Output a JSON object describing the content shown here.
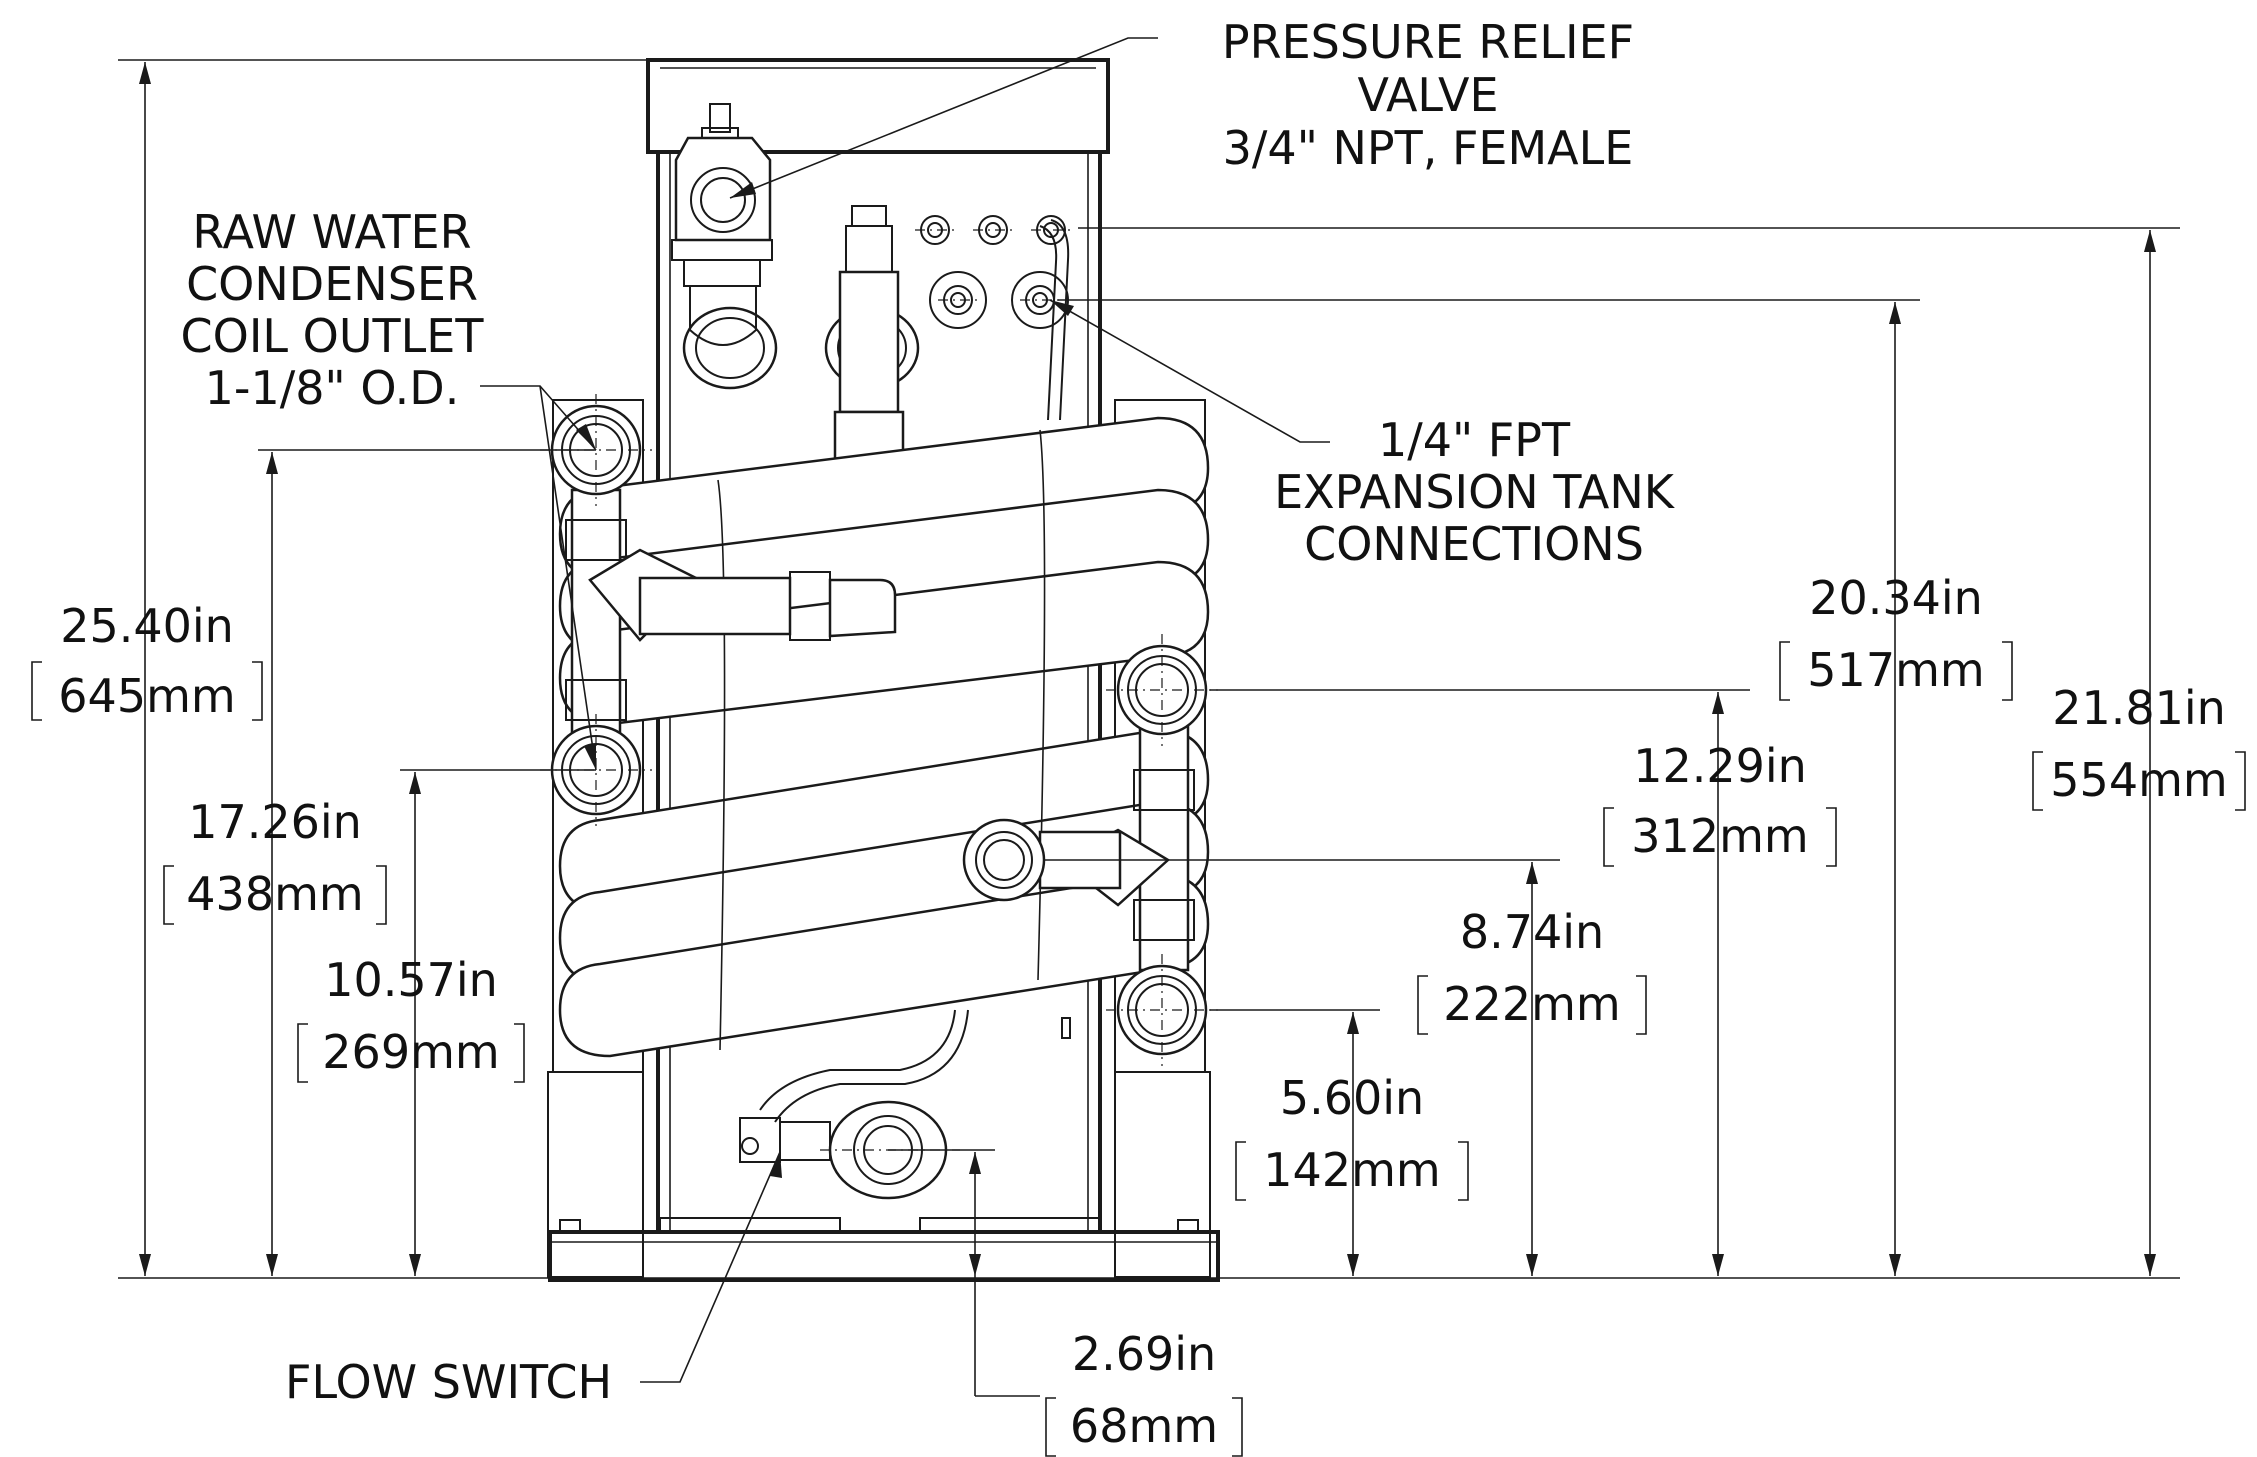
{
  "callouts": {
    "pressure_relief": [
      "PRESSURE RELIEF",
      "VALVE",
      "3/4\" NPT, FEMALE"
    ],
    "raw_water": [
      "RAW WATER",
      "CONDENSER",
      "COIL OUTLET",
      "1-1/8\" O.D."
    ],
    "expansion_tank": [
      "1/4\" FPT",
      "EXPANSION TANK",
      "CONNECTIONS"
    ],
    "flow_switch": "FLOW SWITCH"
  },
  "dimensions": [
    {
      "id": "overall-height",
      "in": "25.40in",
      "mm": "645mm"
    },
    {
      "id": "coil-outlet-height",
      "in": "17.26in",
      "mm": "438mm"
    },
    {
      "id": "left-lower-fitting",
      "in": "10.57in",
      "mm": "269mm"
    },
    {
      "id": "expansion-upper",
      "in": "20.34in",
      "mm": "517mm"
    },
    {
      "id": "relief-connection",
      "in": "21.81in",
      "mm": "554mm"
    },
    {
      "id": "right-upper-fitting",
      "in": "12.29in",
      "mm": "312mm"
    },
    {
      "id": "right-mid-fitting",
      "in": "8.74in",
      "mm": "222mm"
    },
    {
      "id": "right-lower-fitting",
      "in": "5.60in",
      "mm": "142mm"
    },
    {
      "id": "flow-switch-height",
      "in": "2.69in",
      "mm": "68mm"
    }
  ]
}
